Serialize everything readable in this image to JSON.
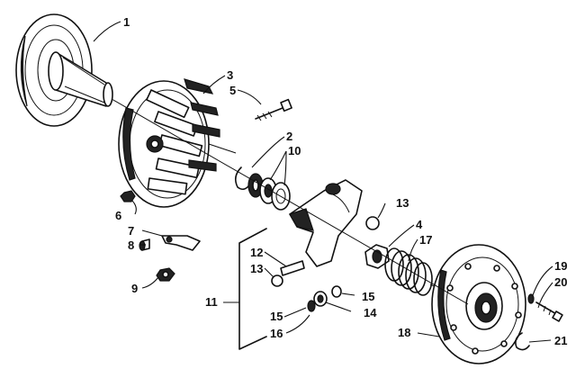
{
  "diagram": {
    "callouts": [
      "1",
      "2",
      "3",
      "4",
      "5",
      "6",
      "7",
      "8",
      "9",
      "10",
      "11",
      "12",
      "13",
      "13",
      "14",
      "15",
      "15",
      "16",
      "17",
      "18",
      "19",
      "20",
      "21"
    ]
  }
}
